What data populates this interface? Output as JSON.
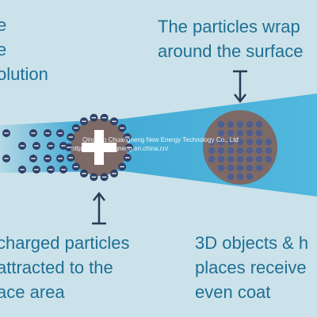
{
  "colors": {
    "background": "#cbe2ea",
    "beam": "#2a9fcf",
    "text": "#1f6f93",
    "particle": "#2f3f67",
    "particle_light": "#4e5f8f",
    "object": "#7d6a66",
    "arrow": "#2b3a55"
  },
  "texts": {
    "top_left": [
      "e",
      "e",
      "olution"
    ],
    "top_right": [
      "The particles wrap",
      "around the surface"
    ],
    "bottom_left": [
      "charged particles",
      "attracted to the",
      "ace area"
    ],
    "bottom_right": [
      "3D objects & h",
      "places receive",
      "even coat"
    ]
  },
  "watermark": {
    "line1": "Qingdao Chuangneng New Energy Technology Co., Ltd",
    "line2": "https://qdchuangneng.en.china.cn/"
  },
  "icons": [
    "negative-charge-icon",
    "positive-charge-icon",
    "up-arrow-icon",
    "down-arrow-icon"
  ]
}
